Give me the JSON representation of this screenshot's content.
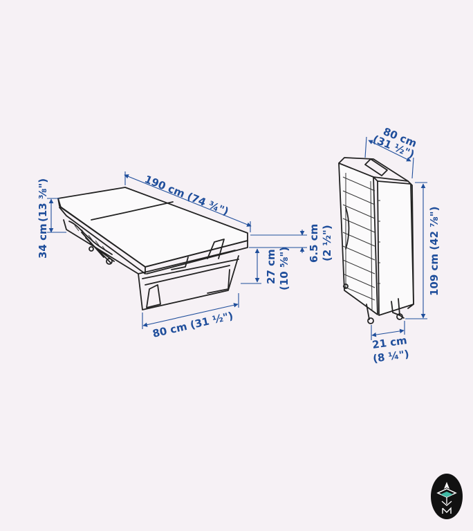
{
  "dimensions": {
    "bed_length": "190 cm (74 ¾\")",
    "bed_height_line1": "34 cm",
    "bed_height_line2": "(13 ⅜\")",
    "bed_width": "80 cm (31 ½\")",
    "frame_height_line1": "27 cm",
    "frame_height_line2": "(10 ⅝\")",
    "mattress_thickness_line1": "6.5 cm",
    "mattress_thickness_line2": "(2 ½\")",
    "folded_width_line1": "80 cm",
    "folded_width_line2": "(31 ½\")",
    "folded_height": "109 cm (42 ⅞\")",
    "folded_depth_line1": "21 cm",
    "folded_depth_line2": "(8 ¼\")"
  },
  "colors": {
    "background": "#f6f1f5",
    "dimension": "#1f4e9b",
    "line": "#222222",
    "badge": "#111111"
  },
  "icons": [
    "watermark-logo-icon"
  ]
}
